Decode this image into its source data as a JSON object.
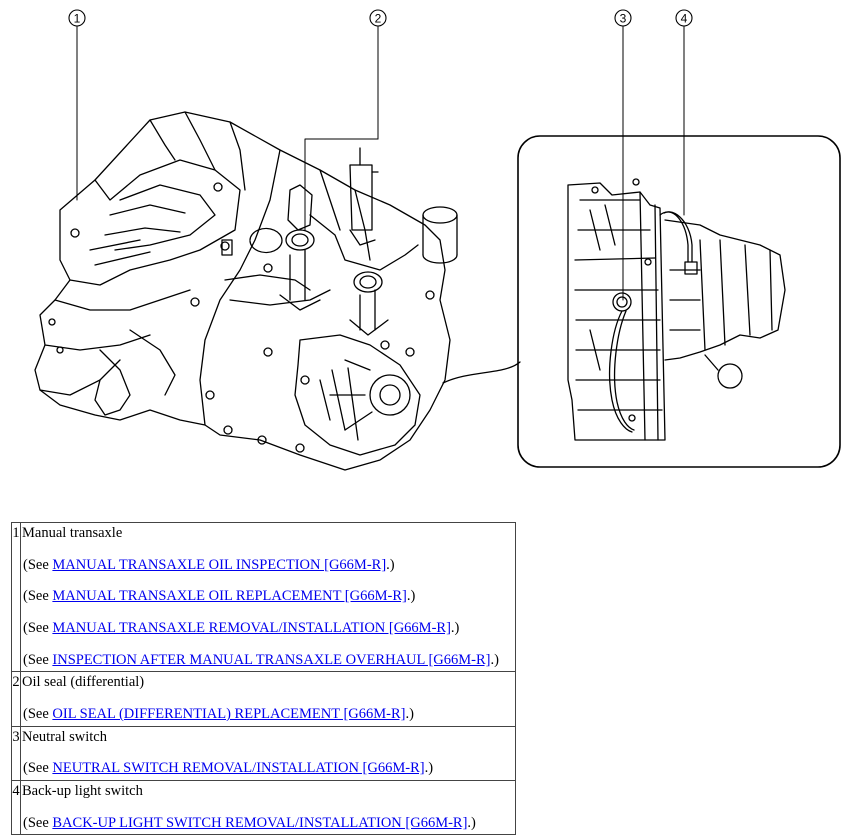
{
  "callouts": [
    "1",
    "2",
    "3",
    "4"
  ],
  "components": [
    {
      "number": "1",
      "name": "Manual transaxle",
      "refs": [
        {
          "prefix": "(See ",
          "link": "MANUAL TRANSAXLE OIL INSPECTION [G66M-R]",
          "suffix": ".)"
        },
        {
          "prefix": "(See ",
          "link": "MANUAL TRANSAXLE OIL REPLACEMENT [G66M-R]",
          "suffix": ".)"
        },
        {
          "prefix": "(See ",
          "link": "MANUAL TRANSAXLE REMOVAL/INSTALLATION [G66M-R]",
          "suffix": ".)"
        },
        {
          "prefix": "(See ",
          "link": "INSPECTION AFTER MANUAL TRANSAXLE OVERHAUL [G66M-R]",
          "suffix": ".)"
        }
      ]
    },
    {
      "number": "2",
      "name": "Oil seal (differential)",
      "refs": [
        {
          "prefix": "(See ",
          "link": "OIL SEAL (DIFFERENTIAL) REPLACEMENT [G66M-R]",
          "suffix": ".)"
        }
      ]
    },
    {
      "number": "3",
      "name": "Neutral switch",
      "refs": [
        {
          "prefix": "(See ",
          "link": "NEUTRAL SWITCH REMOVAL/INSTALLATION [G66M-R]",
          "suffix": ".)"
        }
      ]
    },
    {
      "number": "4",
      "name": "Back-up light switch",
      "refs": [
        {
          "prefix": "(See ",
          "link": "BACK-UP LIGHT SWITCH REMOVAL/INSTALLATION [G66M-R]",
          "suffix": ".)"
        }
      ]
    }
  ]
}
